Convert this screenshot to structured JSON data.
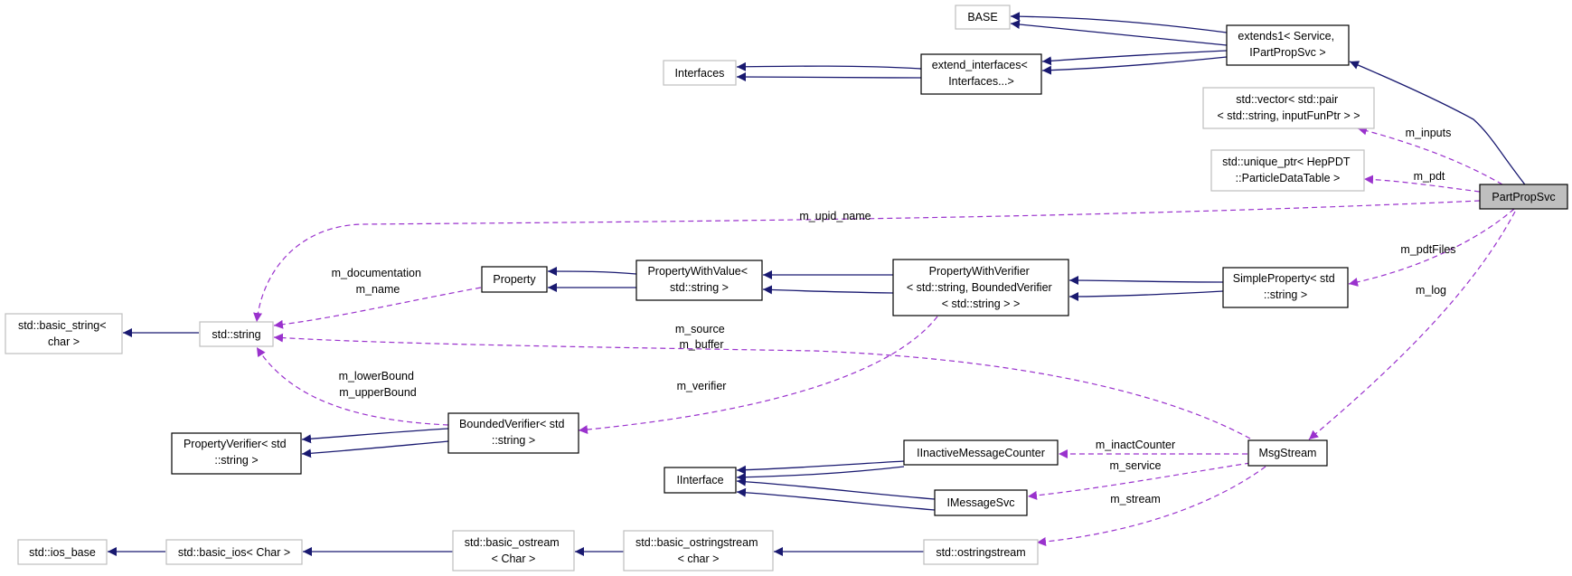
{
  "nodes": {
    "base": {
      "lines": [
        "BASE"
      ]
    },
    "extends1": {
      "lines": [
        "extends1< Service,",
        "IPartPropSvc >"
      ]
    },
    "interfaces": {
      "lines": [
        "Interfaces"
      ]
    },
    "extend_interfaces": {
      "lines": [
        "extend_interfaces<",
        "Interfaces...>"
      ]
    },
    "vector_pair": {
      "lines": [
        "std::vector< std::pair",
        "< std::string, inputFunPtr > >"
      ]
    },
    "unique_ptr": {
      "lines": [
        "std::unique_ptr< HepPDT",
        "::ParticleDataTable >"
      ]
    },
    "partpropsvc": {
      "lines": [
        "PartPropSvc"
      ]
    },
    "basic_string": {
      "lines": [
        "std::basic_string<",
        "char >"
      ]
    },
    "std_string": {
      "lines": [
        "std::string"
      ]
    },
    "property": {
      "lines": [
        "Property"
      ]
    },
    "property_with_value": {
      "lines": [
        "PropertyWithValue<",
        "std::string >"
      ]
    },
    "property_with_verifier": {
      "lines": [
        "PropertyWithVerifier",
        "< std::string, BoundedVerifier",
        "< std::string > >"
      ]
    },
    "simple_property": {
      "lines": [
        "SimpleProperty< std",
        "::string >"
      ]
    },
    "property_verifier": {
      "lines": [
        "PropertyVerifier< std",
        "::string >"
      ]
    },
    "bounded_verifier": {
      "lines": [
        "BoundedVerifier< std",
        "::string >"
      ]
    },
    "iinterface": {
      "lines": [
        "IInterface"
      ]
    },
    "iinactive_counter": {
      "lines": [
        "IInactiveMessageCounter"
      ]
    },
    "imessagesvc": {
      "lines": [
        "IMessageSvc"
      ]
    },
    "msgstream": {
      "lines": [
        "MsgStream"
      ]
    },
    "ios_base": {
      "lines": [
        "std::ios_base"
      ]
    },
    "basic_ios": {
      "lines": [
        "std::basic_ios< Char >"
      ]
    },
    "basic_ostream": {
      "lines": [
        "std::basic_ostream",
        "< Char >"
      ]
    },
    "basic_ostringstream": {
      "lines": [
        "std::basic_ostringstream",
        "< char >"
      ]
    },
    "ostringstream": {
      "lines": [
        "std::ostringstream"
      ]
    }
  },
  "edge_labels": {
    "m_inputs": [
      "m_inputs"
    ],
    "m_pdt": [
      "m_pdt"
    ],
    "m_upid_name": [
      "m_upid_name"
    ],
    "m_pdtFiles": [
      "m_pdtFiles"
    ],
    "m_log": [
      "m_log"
    ],
    "m_documentation": [
      "m_documentation",
      "m_name"
    ],
    "m_source": [
      "m_source",
      "m_buffer"
    ],
    "m_lowerBound": [
      "m_lowerBound",
      "m_upperBound"
    ],
    "m_verifier": [
      "m_verifier"
    ],
    "m_inactCounter": [
      "m_inactCounter"
    ],
    "m_service": [
      "m_service"
    ],
    "m_stream": [
      "m_stream"
    ]
  }
}
